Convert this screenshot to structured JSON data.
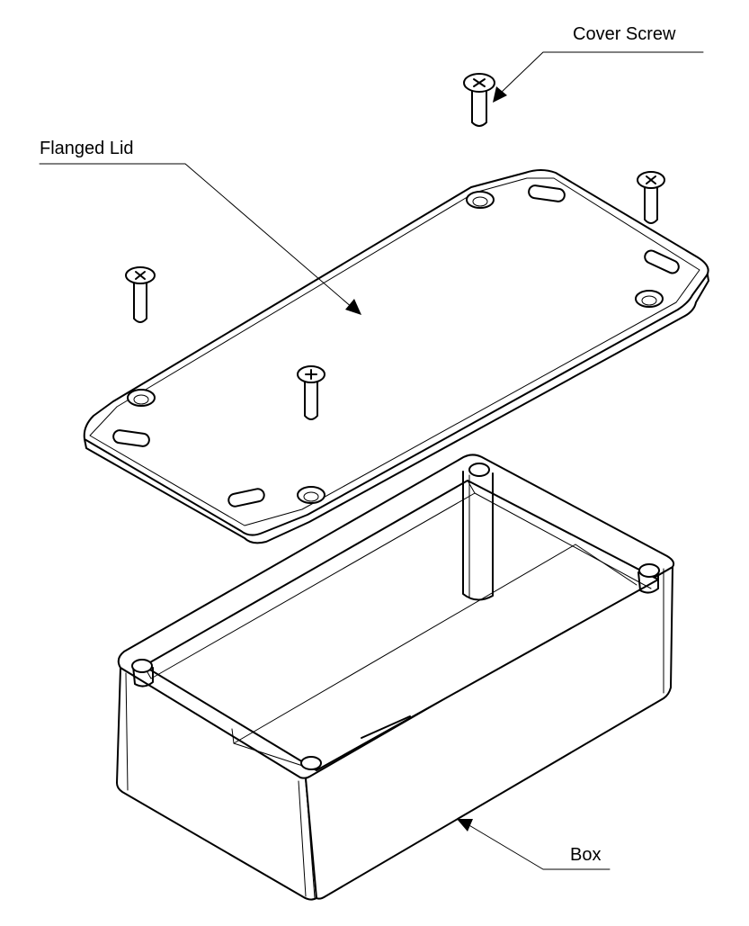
{
  "labels": {
    "cover_screw": "Cover Screw",
    "flanged_lid": "Flanged Lid",
    "box": "Box"
  },
  "colors": {
    "line": "#000000",
    "background": "#ffffff"
  },
  "icons": {
    "screw": "phillips-screw-icon"
  }
}
